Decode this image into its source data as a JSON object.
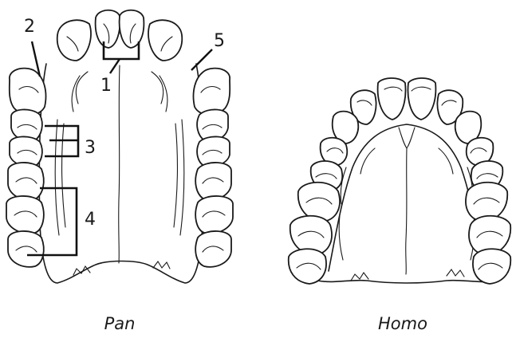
{
  "labels": {
    "l1": "1",
    "l2": "2",
    "l3": "3",
    "l4": "4",
    "l5": "5"
  },
  "captions": {
    "pan": "Pan",
    "homo": "Homo"
  }
}
